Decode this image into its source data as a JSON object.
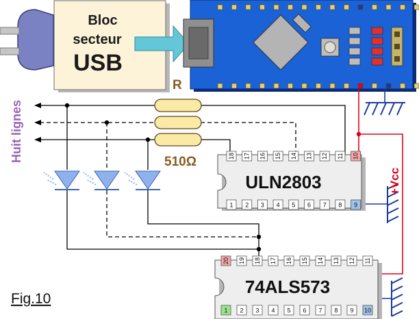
{
  "power_block": {
    "line1": "Bloc",
    "line2": "secteur",
    "line3": "USB"
  },
  "connector_label": "R",
  "side_label": "Huit lignes",
  "resistor_label": "510Ω",
  "vcc_label": "+Vcc",
  "uln": {
    "name": "ULN2803",
    "top_pins": [
      "18",
      "17",
      "16",
      "15",
      "14",
      "13",
      "12",
      "11",
      "10"
    ],
    "bottom_pins": [
      "1",
      "2",
      "3",
      "4",
      "5",
      "6",
      "7",
      "8",
      "9"
    ]
  },
  "latch": {
    "name": "74ALS573",
    "top_pins": [
      "20",
      "19",
      "18",
      "17",
      "16",
      "15",
      "14",
      "13",
      "12",
      "11"
    ],
    "bottom_pins": [
      "1",
      "2",
      "3",
      "4",
      "5",
      "6",
      "7",
      "8",
      "9",
      "10"
    ]
  },
  "figure_label": "Fig.10",
  "colors": {
    "board": "#1a62d6",
    "board_edge": "#0a2a7a",
    "pad": "#e8cf6a",
    "block_fill": "#fdf3d9",
    "arrow": "#63c7d8",
    "resistor": "#fbe9a6",
    "led": "#8fb2ee",
    "wire_red": "#e2001a",
    "label_purple": "#9a63b7",
    "label_brown": "#8a5a1f",
    "pin_red": "#f6a6a6",
    "pin_blue": "#9fc2ea",
    "pin_green": "#9be38a",
    "chip": "#eeeeee"
  }
}
